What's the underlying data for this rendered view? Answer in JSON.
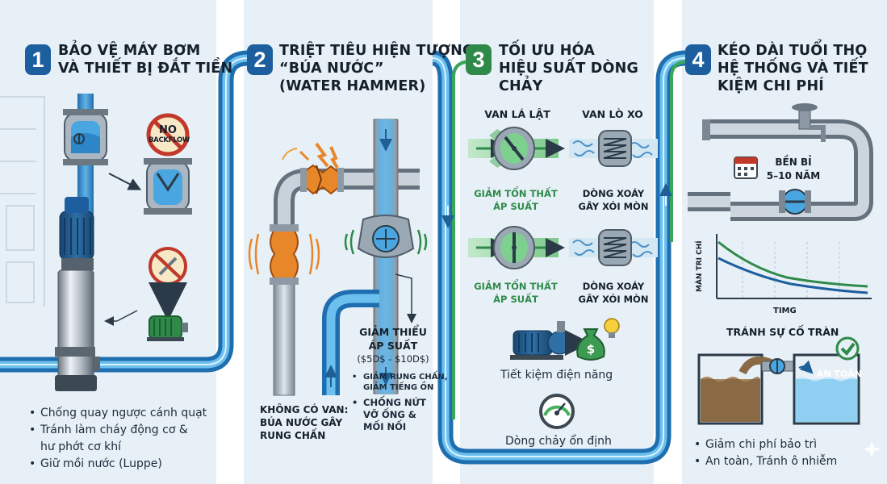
{
  "colors": {
    "panel_bg": "#e7f0f7",
    "water_blue": "#2f86c6",
    "water_green": "#4caf6a",
    "pipe_grey": "#9aa8b4",
    "alert_orange": "#e8862a",
    "warning_red": "#c0392b",
    "badge_blue": "#1d5f9e",
    "badge_green": "#2f8a4a"
  },
  "panels": [
    {
      "number": "1",
      "title_lines": [
        "BẢO VỆ MÁY BƠM",
        "VÀ THIẾT BỊ ĐẮT TIỀN"
      ],
      "sign_label_lines": [
        "NO",
        "BACKFLOW"
      ],
      "icons": [
        "pump-icon",
        "check-valve-icon",
        "no-backflow-icon",
        "no-reverse-rotation-icon",
        "motor-icon"
      ],
      "bullets": [
        {
          "lines": [
            "Chống quay ngược cánh quạt"
          ]
        },
        {
          "lines": [
            "Tránh làm cháy động cơ &",
            "hư phớt cơ khí"
          ]
        },
        {
          "lines": [
            "Giữ mồi nước (Luppe)"
          ]
        }
      ]
    },
    {
      "number": "2",
      "title_lines": [
        "TRIỆT TIÊU HIỆN TƯỢNG",
        "“BÚA NƯỚC”",
        "(WATER HAMMER)"
      ],
      "no_valve_lines": [
        "KHÔNG CÓ VAN:",
        "BÚA NƯỚC GÂY",
        "RUNG CHẤN"
      ],
      "reduce_pressure_lines": [
        "GIẢM THIỂU",
        "ÁP SUẤT",
        "($5D$ - $10D$)"
      ],
      "bullets": [
        {
          "lines": [
            "GIẢM RUNG CHẤN,",
            "GIẢM TIẾNG ỒN"
          ]
        },
        {
          "lines": [
            "CHỐNG NỨT",
            "VỠ ỐNG &",
            "MỐI NỐI"
          ]
        }
      ]
    },
    {
      "number": "3",
      "title_lines": [
        "TỐI ƯU HÓA",
        "HIỆU SUẤT DÒNG",
        "CHẢY"
      ],
      "col_left_header": "VAN LÁ LẬT",
      "col_right_header": "VAN LÒ XO",
      "good_lines": [
        "GIẢM TỔN THẤT",
        "ÁP SUẤT"
      ],
      "bad_lines": [
        "DÒNG XOÁY",
        "GÂY XÓI MÒN"
      ],
      "energy_label": "Tiết kiệm điện năng",
      "flow_label": "Dòng chảy ổn định"
    },
    {
      "number": "4",
      "title_lines": [
        "KÉO DÀI TUỔI THỌ",
        "HỆ THỐNG VÀ TIẾT",
        "KIỆM CHI PHÍ"
      ],
      "durability_lines": [
        "BỀN BỈ",
        "5–10 NĂM"
      ],
      "chart_ylabel": "MÀN TRI CHÍ",
      "chart_xlabel": "TIMG",
      "overflow_title": "TRÁNH SỰ CỐ TRÀN",
      "safe_label": "AN TOÀN",
      "bullets": [
        {
          "lines": [
            "Giảm chi phí bảo trì"
          ]
        },
        {
          "lines": [
            "An toàn, Tránh ô nhiễm"
          ]
        }
      ]
    }
  ]
}
